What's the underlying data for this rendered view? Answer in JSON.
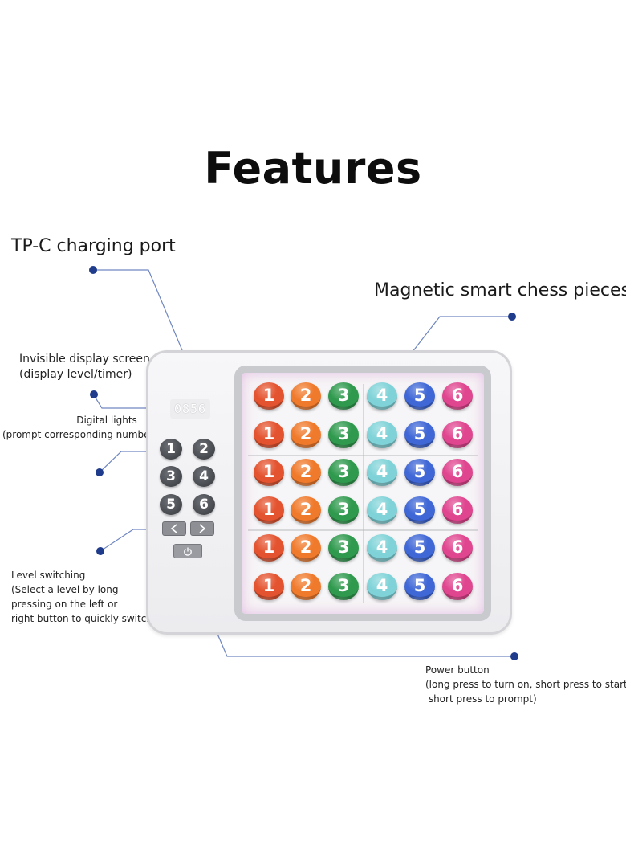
{
  "title": "Features",
  "callouts": {
    "charging_port": "TP-C charging port",
    "chess_pieces": "Magnetic smart chess pieces",
    "display_screen": [
      "Invisible display screen",
      "(display level/timer)"
    ],
    "digital_lights": [
      "Digital lights",
      "(prompt corresponding numbers and colors)"
    ],
    "level_switching": [
      "Level switching",
      "(Select a level by long",
      "pressing on the left or",
      "right button to quickly switch)"
    ],
    "power_button": [
      "Power button",
      "(long press to turn on, short press to start,",
      " short press to prompt)"
    ]
  },
  "device": {
    "display_text": "0856",
    "number_buttons": [
      "1",
      "2",
      "3",
      "4",
      "5",
      "6"
    ],
    "board_columns": [
      "1",
      "2",
      "3",
      "4",
      "5",
      "6"
    ],
    "board_row_count": 6
  },
  "colors": {
    "callout_dot": "#1f3c8c",
    "callout_line": "#6f86c0",
    "piece_1": "#e4532f",
    "piece_2": "#f07a2c",
    "piece_3": "#2f9a4e",
    "piece_4": "#7fd3d8",
    "piece_5": "#3f67d6",
    "piece_6": "#e0458f"
  }
}
